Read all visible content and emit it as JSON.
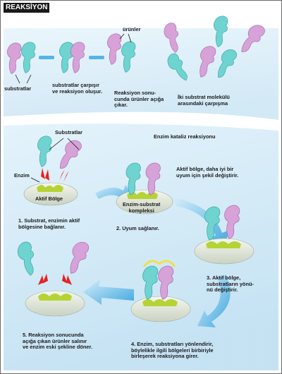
{
  "title": "REAKSİYON",
  "colors": {
    "cyan": "#6fd3d0",
    "cyan_dark": "#37a7a6",
    "pink": "#d7a2d8",
    "pink_dark": "#a769b0",
    "bg": "#a9d6ef",
    "arrow": "#55b4e6",
    "enzyme": "#e6ecdf",
    "active_site": "#b5d334",
    "spark": "#e8201c",
    "yellow": "#f2e04a"
  },
  "top_labels": {
    "substratlar": "substratlar",
    "collide": [
      "substratlar çarpışır",
      "ve reaksiyon oluşur."
    ],
    "urunler": "ürünler",
    "result": [
      "Reaksiyon sonu-",
      "cunda ürünler açığa",
      "çıkar."
    ],
    "two_molecules": [
      "İki substrat molekülü",
      "arasındaki çarpışma"
    ]
  },
  "bottom_labels": {
    "substratlar": "Substratlar",
    "enzim": "Enzim",
    "heading": "Enzim kataliz reaksiyonu",
    "aktif_bolge": "Aktif Bölge",
    "complex": [
      "Enzim-substrat",
      "kompleksi"
    ],
    "fit_note": [
      "Aktif bölge, daha iyi bir",
      "uyum için şekil değiştirir."
    ],
    "step1": [
      "1. Substrat, enzimin aktif",
      "bölgesine bağlanır."
    ],
    "step2": "2. Uyum sağlanır.",
    "step3": [
      "3. Aktif bölge,",
      "substratların yönü-",
      "nü değiştirir."
    ],
    "step4": [
      "4. Enzim, substratları yönlendirir,",
      "böylelikle ilgili bölgeleri birbiriyle",
      "birleşerek reaksiyona girer."
    ],
    "step5": [
      "5. Reaksiyon sonucunda",
      "açığa çıkan ürünler salınır",
      "ve enzim eski şekline döner."
    ]
  }
}
